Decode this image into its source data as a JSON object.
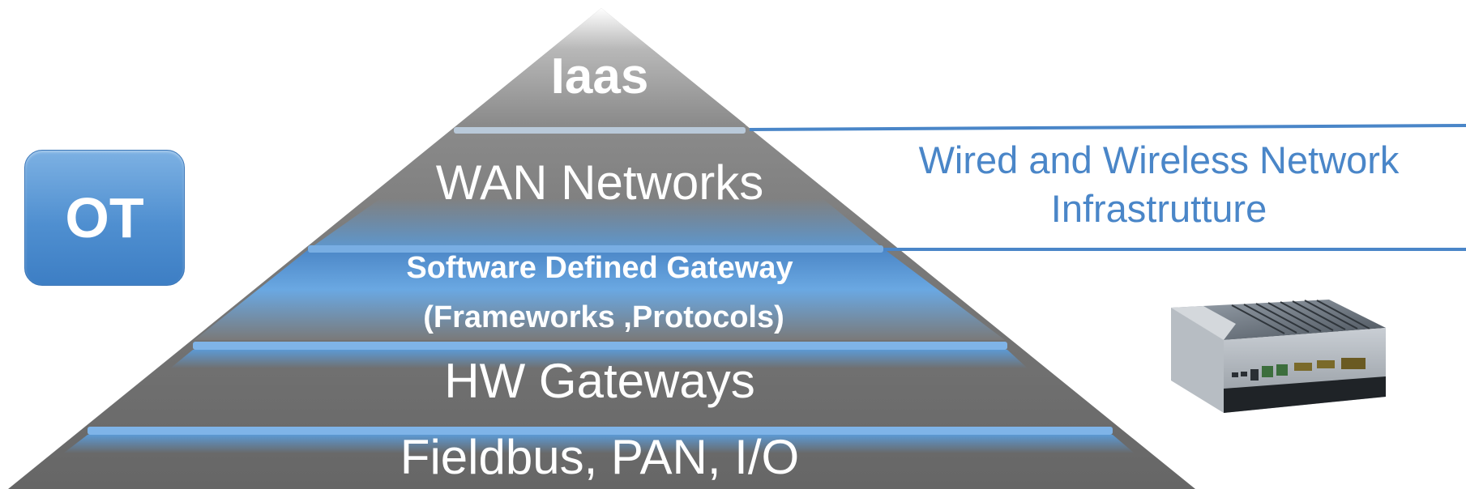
{
  "ot_box": {
    "label": "OT",
    "color": "#4f8fd0"
  },
  "pyramid": {
    "layers": [
      {
        "label": "Iaas"
      },
      {
        "label": "WAN Networks"
      },
      {
        "line1": "Software Defined Gateway",
        "line2": "(Frameworks ,Protocols)"
      },
      {
        "label": "HW Gateways"
      },
      {
        "label": "Fieldbus, PAN, I/O"
      }
    ],
    "body_color": "#6e6e6e",
    "highlight_color": "#5b9bd8"
  },
  "infrastructure": {
    "line1": "Wired and Wireless Network",
    "line2": "Infrastrutture",
    "color": "#4a86c8"
  },
  "device": {
    "icon": "industrial-gateway-device-icon"
  }
}
